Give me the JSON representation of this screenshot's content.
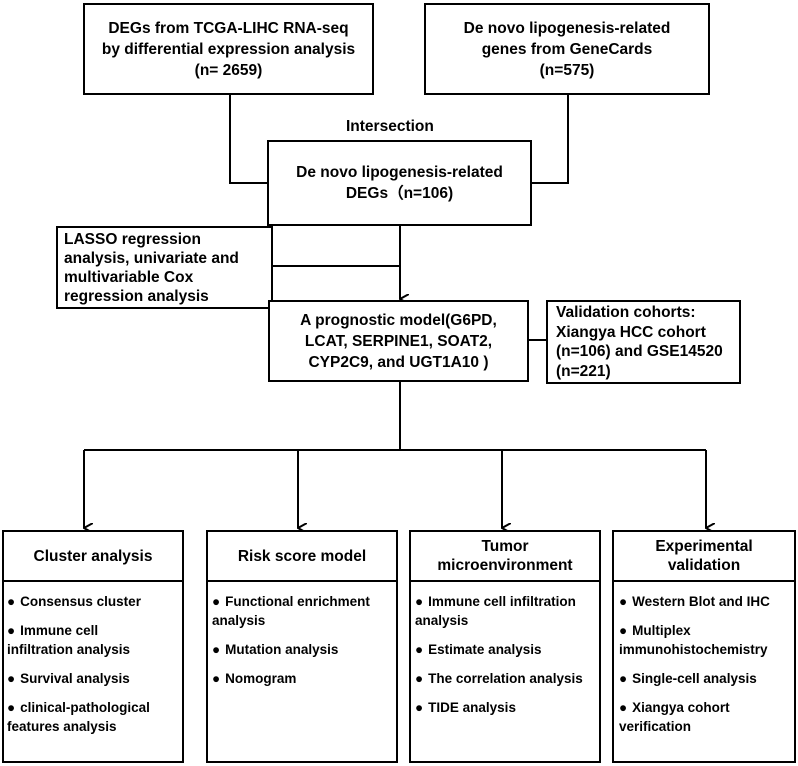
{
  "boxes": {
    "degs_tcga": {
      "lines": [
        "DEGs from TCGA-LIHC RNA-seq",
        "by differential expression analysis",
        "(n= 2659)"
      ]
    },
    "genecards": {
      "lines": [
        "De novo lipogenesis-related",
        "genes  from GeneCards",
        "(n=575)"
      ]
    },
    "intersection_label": "Intersection",
    "dnl_degs": {
      "lines": [
        "De novo lipogenesis-related",
        "DEGs（n=106)"
      ]
    },
    "lasso": {
      "lines": [
        "LASSO regression",
        "analysis,  univariate and",
        "multivariable  Cox",
        "regression analysis"
      ]
    },
    "model": {
      "lines": [
        "A prognostic model(G6PD,",
        "LCAT, SERPINE1, SOAT2,",
        "CYP2C9, and UGT1A10 )"
      ]
    },
    "validation": {
      "lines": [
        "Validation cohorts:",
        "Xiangya HCC cohort",
        "(n=106) and GSE14520",
        "(n=221)"
      ]
    }
  },
  "panels": [
    {
      "title": [
        "Cluster analysis"
      ],
      "items": [
        {
          "lines": [
            "Consensus cluster"
          ]
        },
        {
          "lines": [
            "Immune cell",
            "infiltration analysis"
          ]
        },
        {
          "lines": [
            "Survival  analysis"
          ]
        },
        {
          "lines": [
            "clinical-pathological",
            "features analysis"
          ]
        }
      ]
    },
    {
      "title": [
        "Risk score model"
      ],
      "items": [
        {
          "lines": [
            "Functional enrichment",
            "analysis"
          ]
        },
        {
          "lines": [
            "Mutation analysis"
          ]
        },
        {
          "lines": [
            "Nomogram"
          ]
        }
      ]
    },
    {
      "title": [
        "Tumor",
        "microenvironment"
      ],
      "items": [
        {
          "lines": [
            "Immune cell infiltration",
            "analysis"
          ]
        },
        {
          "lines": [
            "Estimate analysis"
          ]
        },
        {
          "lines": [
            "The correlation analysis"
          ]
        },
        {
          "lines": [
            "TIDE analysis"
          ]
        }
      ]
    },
    {
      "title": [
        "Experimental",
        "validation"
      ],
      "items": [
        {
          "lines": [
            "Western Blot and IHC"
          ]
        },
        {
          "lines": [
            "Multiplex",
            "immunohistochemistry"
          ]
        },
        {
          "lines": [
            "Single-cell analysis"
          ]
        },
        {
          "lines": [
            "Xiangya cohort",
            "verification"
          ]
        }
      ]
    }
  ],
  "bullet_glyph": "●"
}
